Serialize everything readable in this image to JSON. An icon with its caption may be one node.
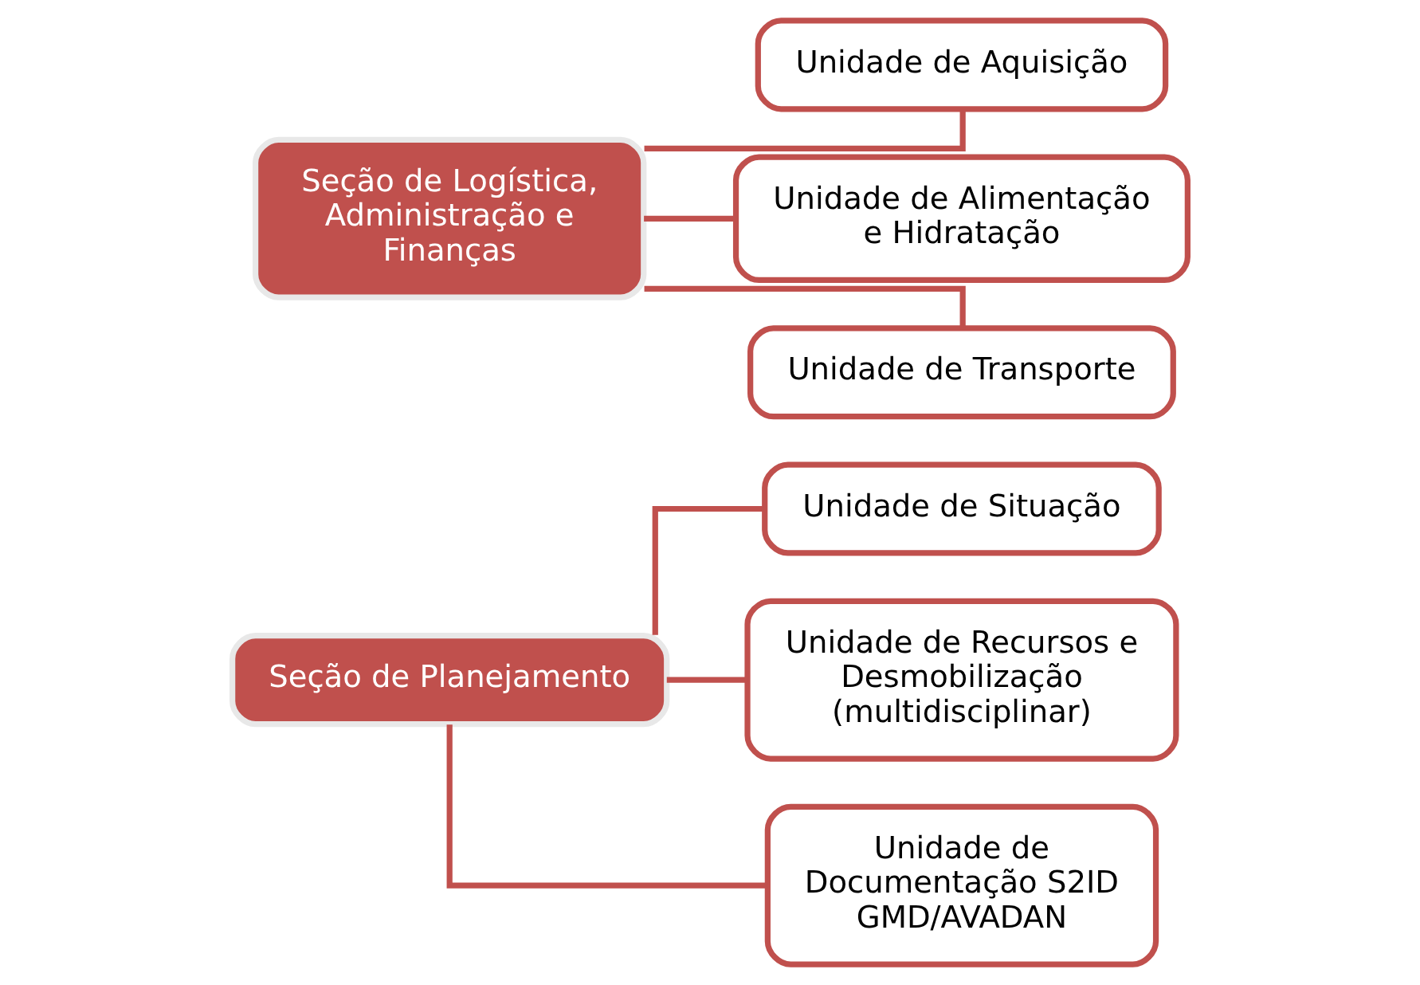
{
  "diagram": {
    "nodes": [
      {
        "text": [
          "Seção de Planejamento"
        ]
      },
      {
        "text": [
          "Unidade de Situação"
        ]
      },
      {
        "text": [
          "Unidade de Recursos e Desmobilização (multidisciplinar)"
        ]
      },
      {
        "text": [
          "Unidade de Documentação S2ID",
          "GMD/AVADAN"
        ]
      },
      {
        "text": [
          "Seção de Logística, Administração e Finanças"
        ]
      },
      {
        "text": [
          "Unidade de Aquisição"
        ]
      },
      {
        "text": [
          "Unidade de Alimentação e Hidratação"
        ]
      },
      {
        "text": [
          "Unidade de Transporte"
        ]
      }
    ],
    "edges": [
      {
        "from": 0,
        "to": 1,
        "arrow": "none"
      },
      {
        "from": 0,
        "to": 2,
        "arrow": "none"
      },
      {
        "from": 0,
        "to": 3,
        "arrow": "none"
      },
      {
        "from": 4,
        "to": 5,
        "arrow": "none"
      },
      {
        "from": 4,
        "to": 6,
        "arrow": "none"
      },
      {
        "from": 4,
        "to": 7,
        "arrow": "none"
      }
    ]
  }
}
